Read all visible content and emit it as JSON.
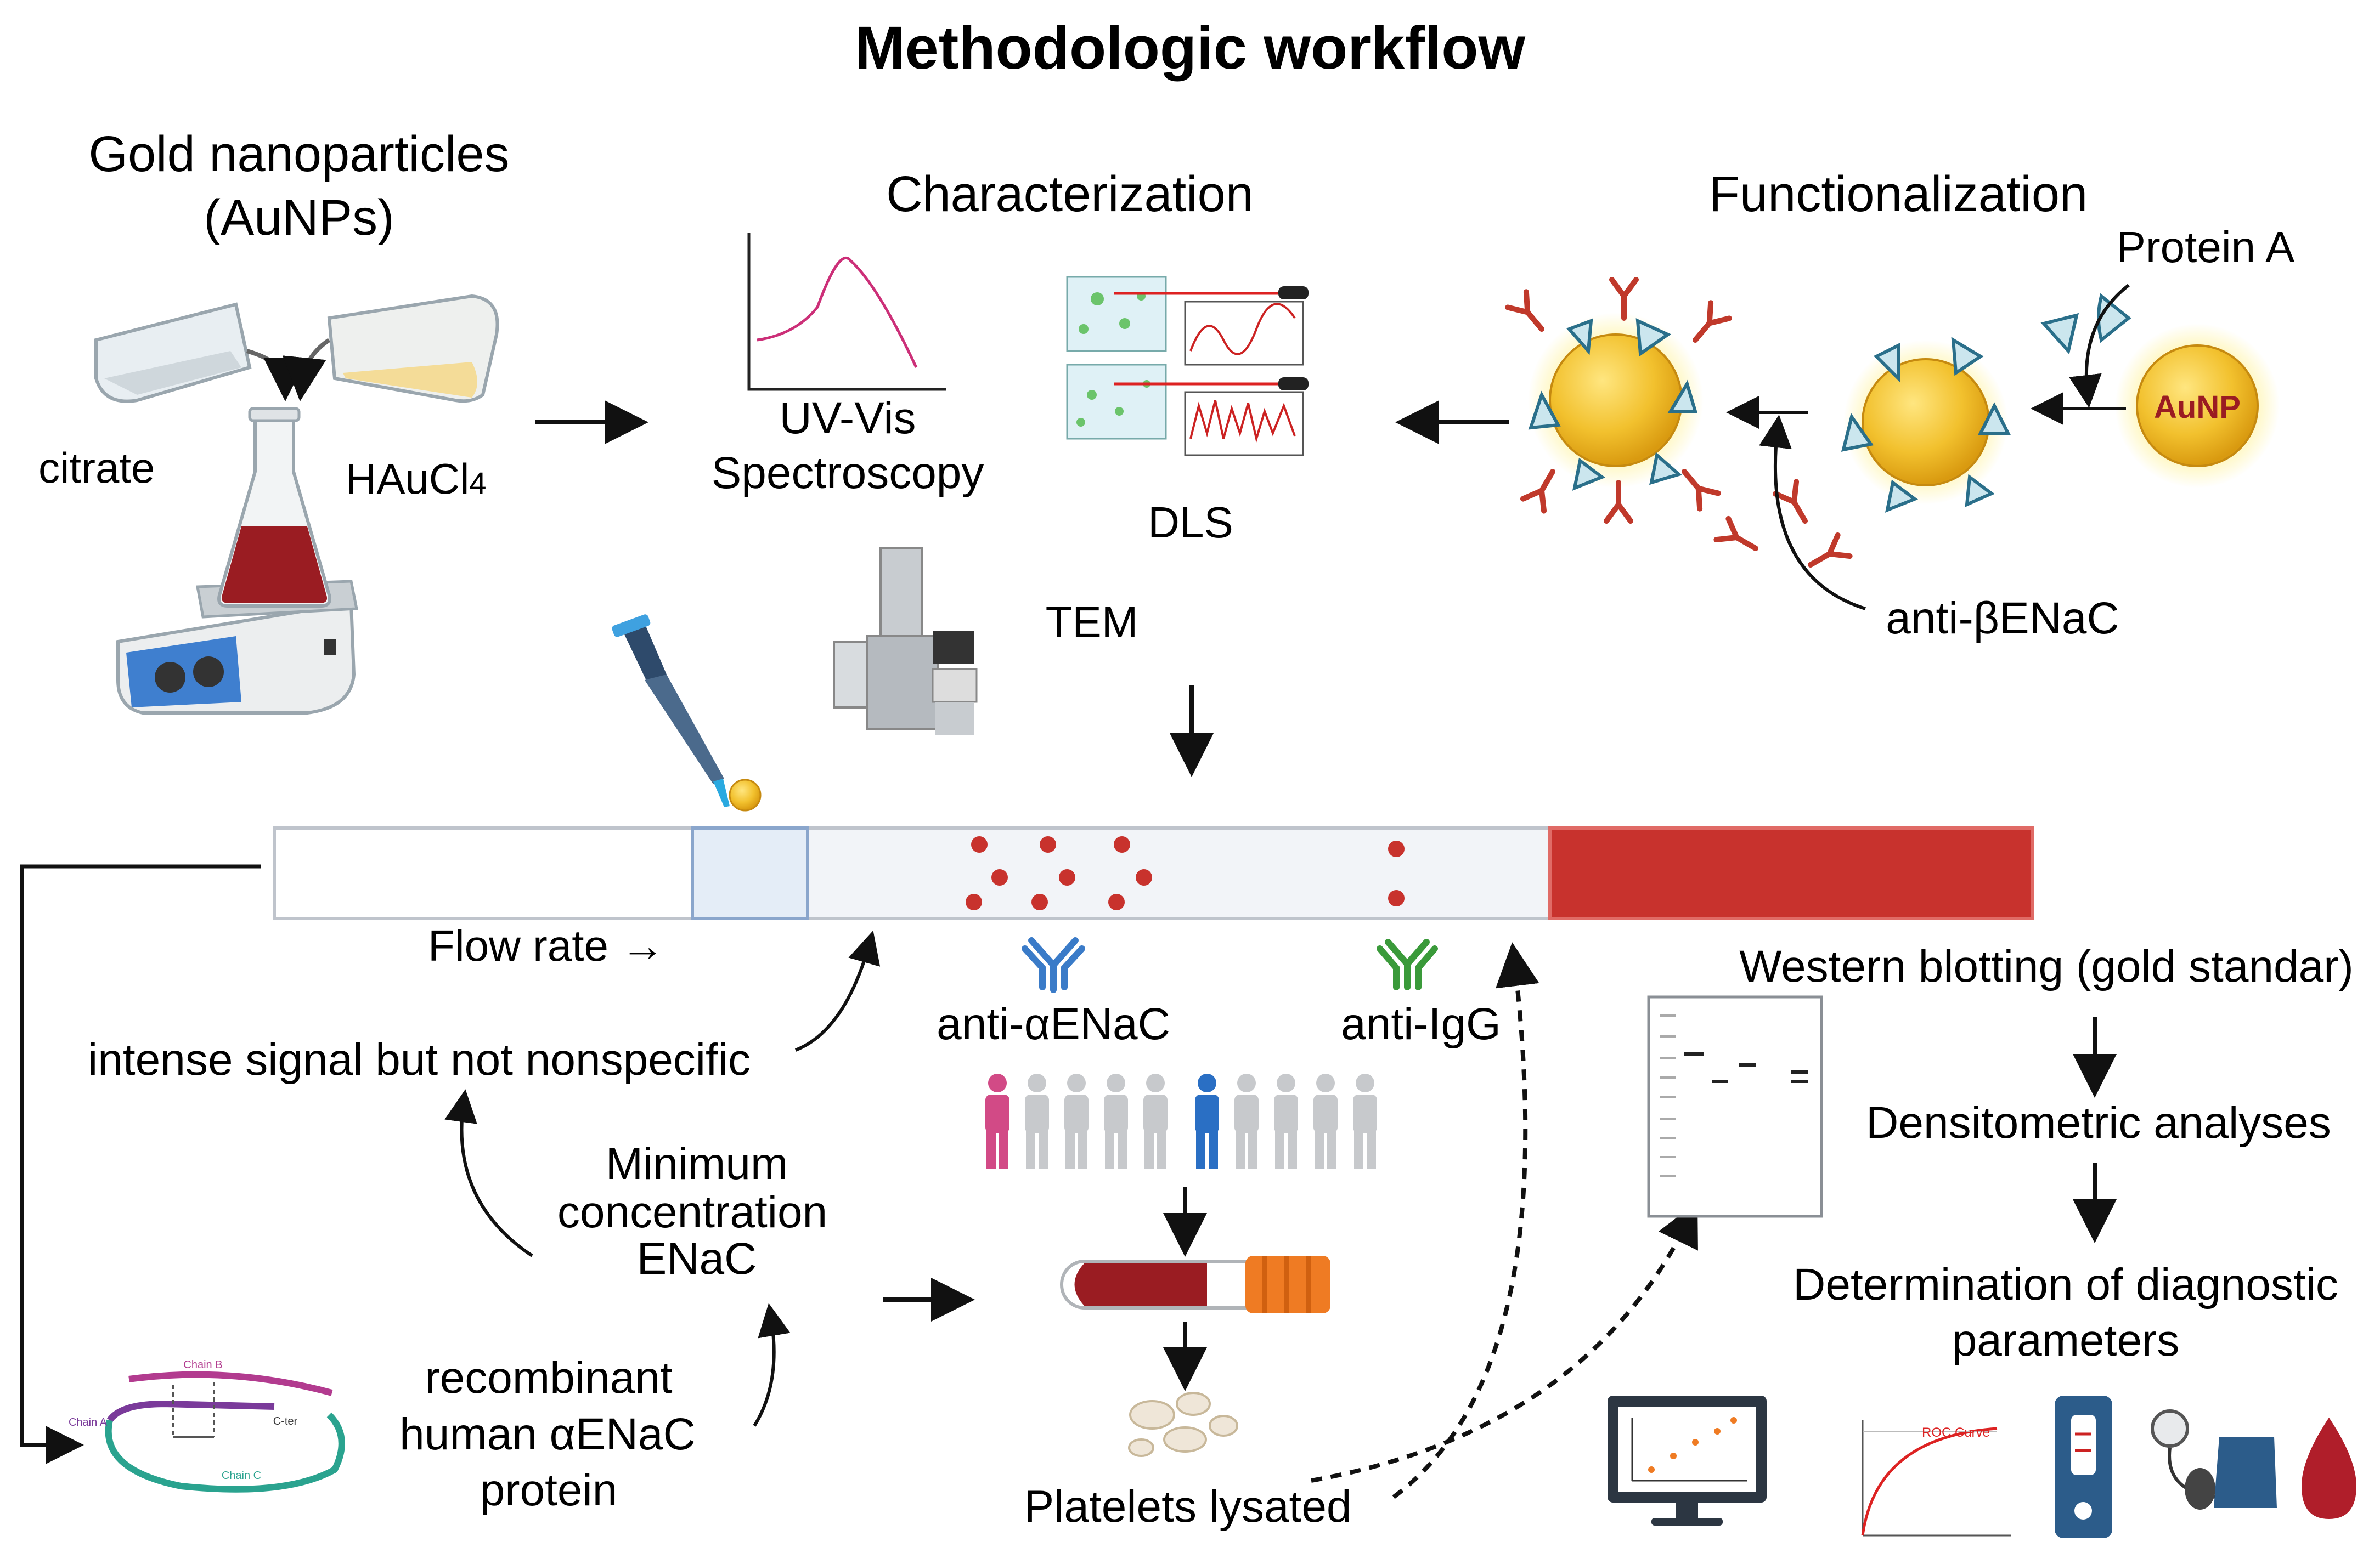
{
  "title": "Methodologic workflow",
  "sections": {
    "gold": {
      "line1": "Gold nanoparticles",
      "line2": "(AuNPs)",
      "citrate": "citrate",
      "haucl4_main": "HAuCl",
      "haucl4_sub": "4"
    },
    "characterization": {
      "title": "Characterization",
      "uvvis_line1": "UV-Vis",
      "uvvis_line2": "Spectroscopy",
      "dls": "DLS",
      "tem": "TEM"
    },
    "functionalization": {
      "title": "Functionalization",
      "protein_a": "Protein A",
      "aunp": "AuNP",
      "anti_beta": "anti-βENaC"
    }
  },
  "strip": {
    "flow_rate": "Flow rate →",
    "anti_alpha": "anti-αENaC",
    "anti_igg": "anti-IgG"
  },
  "optimization": {
    "intense_signal": "intense signal but not nonspecific",
    "min_conc": [
      "Minimum",
      "concentration",
      "ENaC"
    ],
    "recombinant": [
      "recombinant",
      "human αENaC",
      "protein"
    ],
    "chain_b": "Chain B",
    "chain_a": "Chain A",
    "chain_c": "Chain C",
    "c_ter": "C-ter"
  },
  "samples": {
    "platelets": "Platelets lysated"
  },
  "validation": {
    "western": "Western blotting (gold standar)",
    "densitometric": "Densitometric analyses",
    "diagnostic": [
      "Determination of diagnostic",
      "parameters"
    ],
    "roc_curve": "ROC Curve"
  },
  "colors": {
    "gold_particle": "#f2c12e",
    "strip_red": "#c8322d",
    "antibody_blue": "#3a7bc8",
    "antibody_green": "#3a9a3a",
    "antibody_red": "#c0392b",
    "female_pink": "#d24a86",
    "male_blue": "#2a6fc4"
  }
}
